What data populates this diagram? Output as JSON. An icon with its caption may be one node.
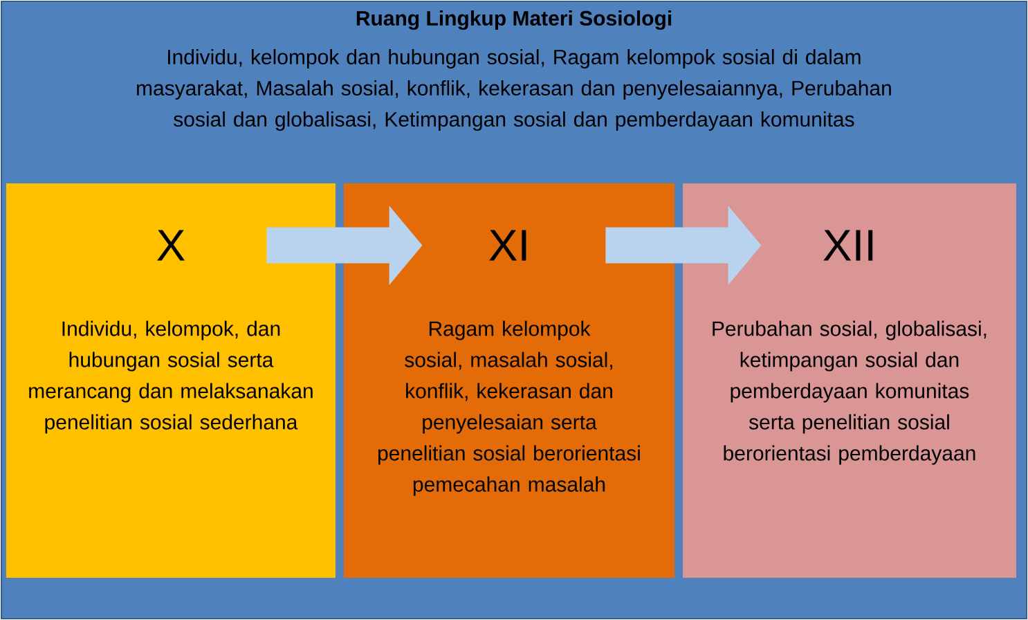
{
  "diagram": {
    "nodes": [
      {
        "text": [
          "Ruang Lingkup Materi  Sosiologi",
          "Individu, kelompok dan hubungan sosial, Ragam kelompok sosial di dalam masyarakat, Masalah sosial, konflik, kekerasan dan penyelesaiannya, Perubahan sosial dan globalisasi, Ketimpangan sosial dan pemberdayaan komunitas"
        ]
      },
      {
        "text": [
          "X",
          "Individu, kelompok, dan hubungan sosial serta merancang dan melaksanakan penelitian sosial sederhana"
        ],
        "in": 0
      },
      {
        "text": [
          "XI",
          "Ragam kelompok sosial, masalah sosial, konflik, kekerasan dan penyelesaian serta penelitian sosial berorientasi pemecahan masalah"
        ],
        "in": 0
      },
      {
        "text": [
          "XII",
          "Perubahan sosial, globalisasi, ketimpangan sosial dan pemberdayaan komunitas serta penelitian sosial berorientasi pemberdayaan"
        ],
        "in": 0
      }
    ],
    "edges": [
      {
        "from": 1,
        "to": 2,
        "arrow": "to"
      },
      {
        "from": 2,
        "to": 3,
        "arrow": "to"
      }
    ]
  }
}
